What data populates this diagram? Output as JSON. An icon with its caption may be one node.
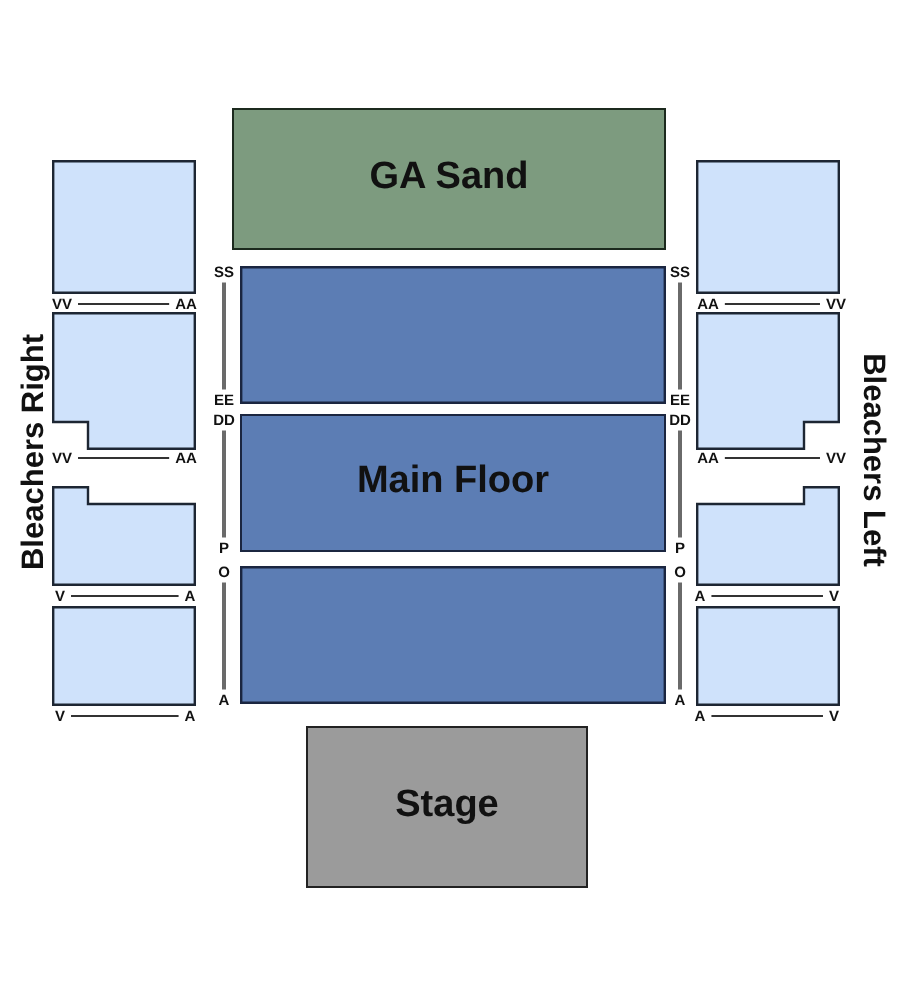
{
  "diagram": {
    "nodes": [
      {
        "text": [
          "GA Sand"
        ]
      },
      {
        "text": [],
        "shape": "box",
        "beside": [
          "SS",
          "EE",
          "SS",
          "EE"
        ]
      },
      {
        "text": [
          "Main Floor"
        ],
        "beside": [
          "DD",
          "P",
          "DD",
          "P"
        ]
      },
      {
        "text": [],
        "shape": "box",
        "beside": [
          "O",
          "A",
          "O",
          "A"
        ]
      },
      {
        "text": [
          "Stage"
        ]
      },
      {
        "text": [],
        "shape": "box",
        "beside": [
          "VV",
          "AA"
        ]
      },
      {
        "text": [],
        "shape": "box",
        "beside": [
          "VV",
          "AA"
        ]
      },
      {
        "text": [],
        "shape": "box",
        "beside": [
          "V",
          "A"
        ]
      },
      {
        "text": [],
        "shape": "box",
        "beside": [
          "V",
          "A"
        ]
      },
      {
        "text": [],
        "shape": "box",
        "beside": [
          "AA",
          "VV"
        ]
      },
      {
        "text": [],
        "shape": "box",
        "beside": [
          "AA",
          "VV"
        ]
      },
      {
        "text": [],
        "shape": "box",
        "beside": [
          "A",
          "V"
        ]
      },
      {
        "text": [],
        "shape": "box",
        "beside": [
          "A",
          "V"
        ]
      }
    ],
    "labels": [
      "Bleachers Right",
      "Bleachers Left"
    ]
  }
}
